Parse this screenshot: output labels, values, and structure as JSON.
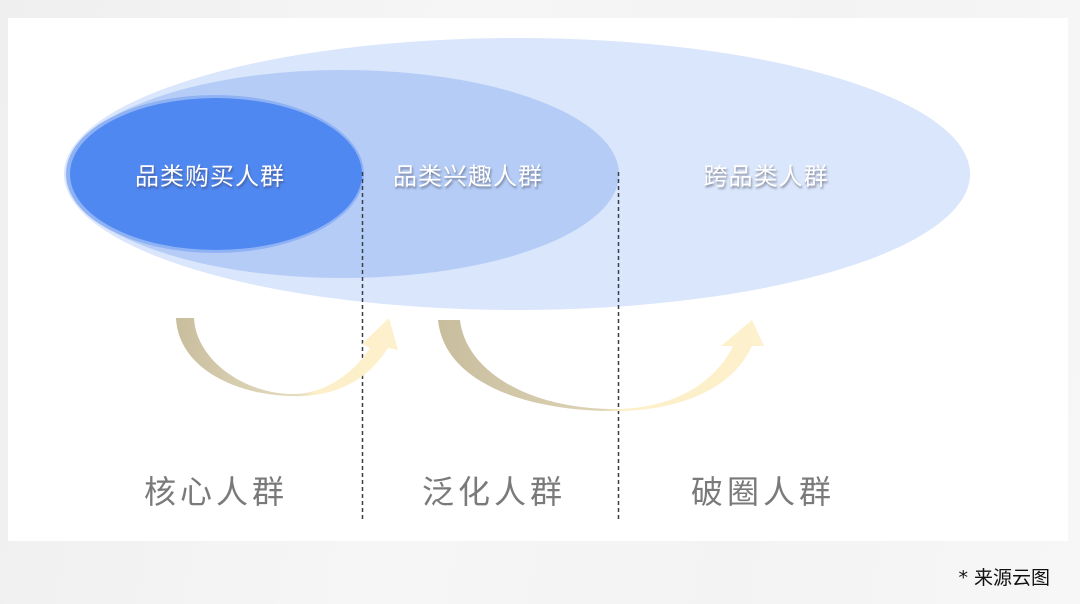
{
  "diagram": {
    "title": "",
    "ellipses": [
      {
        "label": "跨品类人群",
        "color": "#dae6fb"
      },
      {
        "label": "品类兴趣人群",
        "color": "#b5cdf6"
      },
      {
        "label": "品类购买人群",
        "color": "#5088f2"
      }
    ],
    "segments": [
      {
        "label": "核心人群"
      },
      {
        "label": "泛化人群"
      },
      {
        "label": "破圈人群"
      }
    ],
    "arrow_colors": {
      "start": "#c9bf9f",
      "end": "#fdefc9"
    },
    "divider_color": "#3a3f4a"
  },
  "footer": {
    "source_note": "* 来源云图"
  }
}
